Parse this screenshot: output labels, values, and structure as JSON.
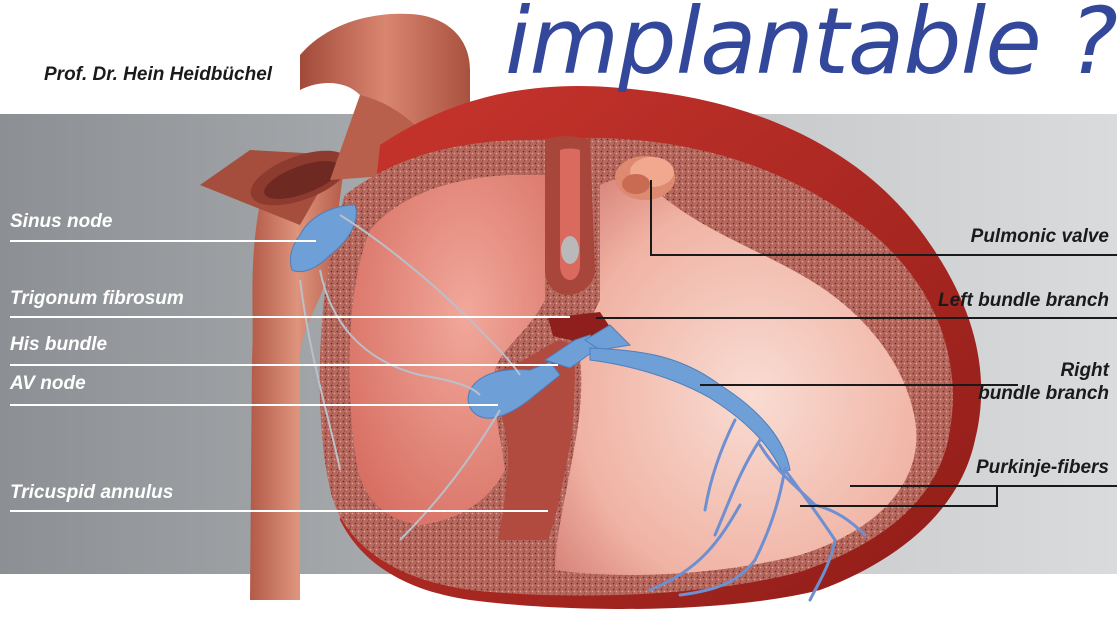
{
  "title": "implantable ?",
  "author": "Prof. Dr. Hein Heidbüchel",
  "left_labels": {
    "sinus_node": "Sinus node",
    "trigonum_fibrosum": "Trigonum fibrosum",
    "his_bundle": "His bundle",
    "av_node": "AV node",
    "tricuspid_annulus": "Tricuspid annulus"
  },
  "right_labels": {
    "pulmonic_valve": "Pulmonic valve",
    "left_bundle_branch": "Left bundle branch",
    "right_bundle_branch_1": "Right",
    "right_bundle_branch_2": "bundle branch",
    "purkinje_fibers": "Purkinje-fibers"
  },
  "colors": {
    "title": "#33489a",
    "muscle_outer": "#c23a32",
    "muscle_wall": "#a8443b",
    "chamber": "#f3c1b4",
    "conduction": "#6e9fd6",
    "vessel": "#c96a56"
  }
}
